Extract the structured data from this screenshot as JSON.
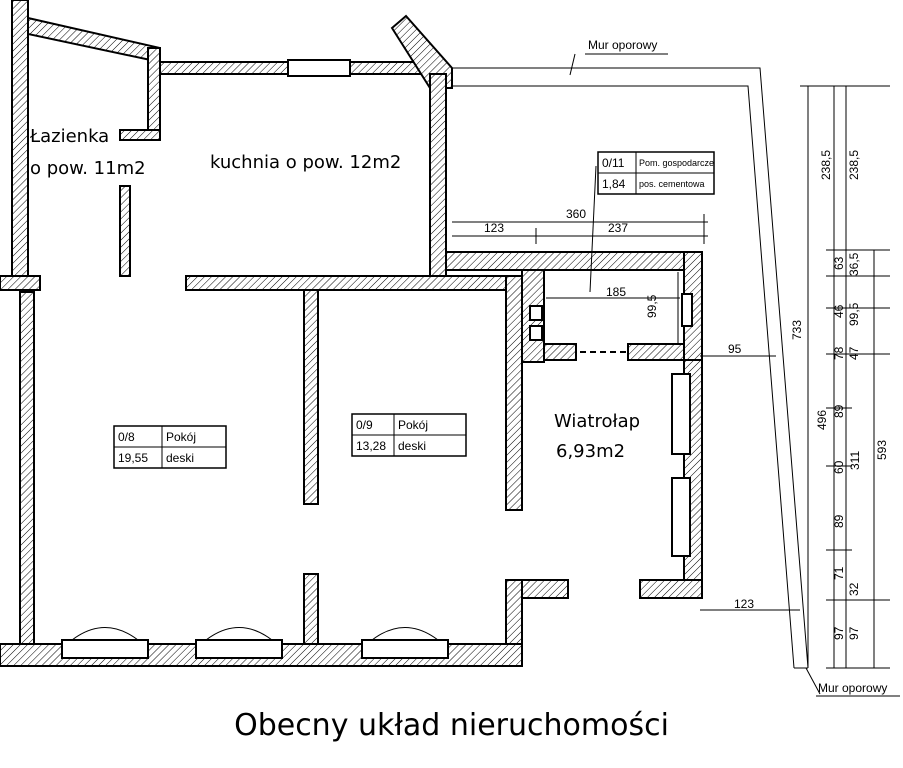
{
  "caption": "Obecny układ nieruchomości",
  "rooms": {
    "bathroom": {
      "line1": "Łazienka",
      "line2": "o pow. 11m2"
    },
    "kitchen": {
      "label": "kuchnia o pow. 12m2"
    },
    "vestibule": {
      "line1": "Wiatrołap",
      "line2": "6,93m2"
    }
  },
  "room_tags": {
    "room_0_8": {
      "id": "0/8",
      "name": "Pokój",
      "area": "19,55",
      "floor": "deski"
    },
    "room_0_9": {
      "id": "0/9",
      "name": "Pokój",
      "area": "13,28",
      "floor": "deski"
    },
    "room_0_11": {
      "id": "0/11",
      "name": "Pom. gospodarcze",
      "area": "1,84",
      "floor": "pos. cementowa"
    }
  },
  "wall_labels": {
    "top": "Mur oporowy",
    "bottom": "Mur oporowy"
  },
  "dimensions": {
    "d360": "360",
    "d123a": "123",
    "d237": "237",
    "d185": "185",
    "d99_5a": "99,5",
    "d95": "95",
    "d123b": "123",
    "d733": "733",
    "d496": "496",
    "d311": "311",
    "d593": "593",
    "d238_5a": "238,5",
    "d238_5b": "238,5",
    "chain_a": [
      "63",
      "46",
      "78",
      "89",
      "60",
      "89",
      "71",
      "97"
    ],
    "chain_b": [
      "36,5",
      "99,5",
      "47",
      "32",
      "97"
    ]
  }
}
